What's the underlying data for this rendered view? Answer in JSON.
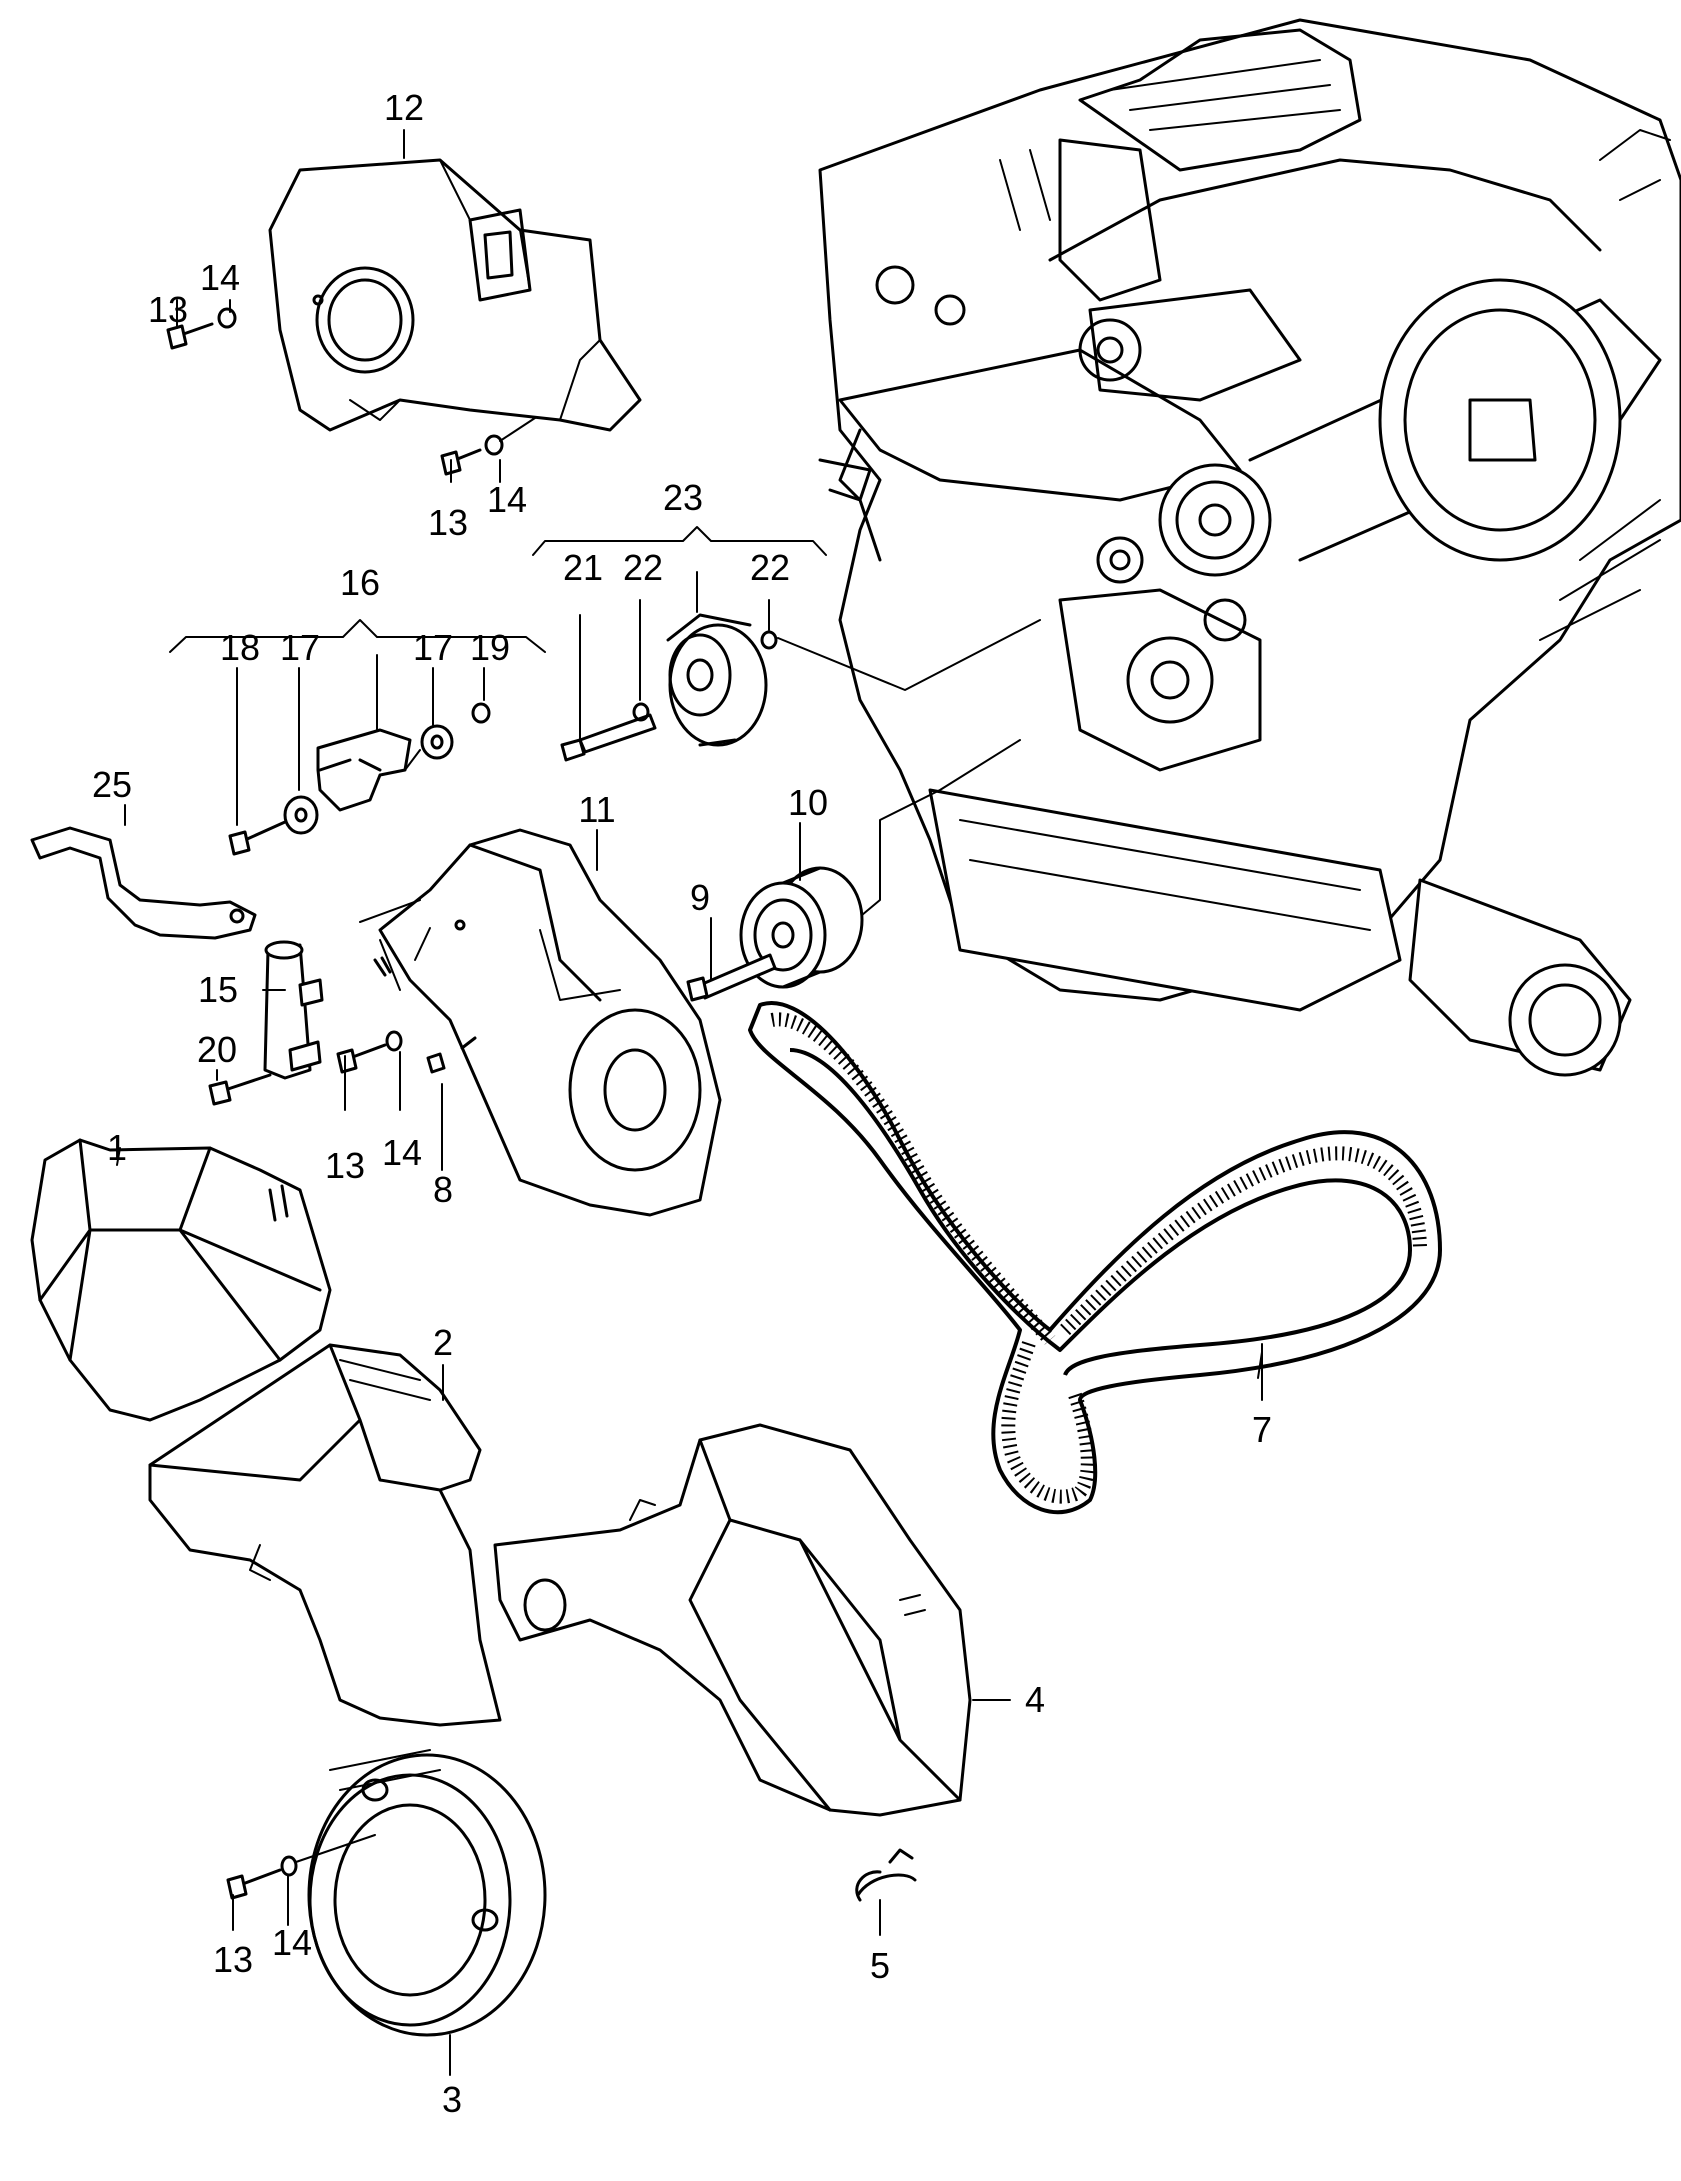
{
  "callouts": [
    {
      "id": "c1",
      "text": "1"
    },
    {
      "id": "c2",
      "text": "2"
    },
    {
      "id": "c3",
      "text": "3"
    },
    {
      "id": "c4",
      "text": "4"
    },
    {
      "id": "c5",
      "text": "5"
    },
    {
      "id": "c7",
      "text": "7"
    },
    {
      "id": "c8",
      "text": "8"
    },
    {
      "id": "c9",
      "text": "9"
    },
    {
      "id": "c10",
      "text": "10"
    },
    {
      "id": "c11",
      "text": "11"
    },
    {
      "id": "c12",
      "text": "12"
    },
    {
      "id": "c13a",
      "text": "13"
    },
    {
      "id": "c13b",
      "text": "13"
    },
    {
      "id": "c13c",
      "text": "13"
    },
    {
      "id": "c13d",
      "text": "13"
    },
    {
      "id": "c14a",
      "text": "14"
    },
    {
      "id": "c14b",
      "text": "14"
    },
    {
      "id": "c14c",
      "text": "14"
    },
    {
      "id": "c14d",
      "text": "14"
    },
    {
      "id": "c15",
      "text": "15"
    },
    {
      "id": "c16",
      "text": "16"
    },
    {
      "id": "c17a",
      "text": "17"
    },
    {
      "id": "c17b",
      "text": "17"
    },
    {
      "id": "c18",
      "text": "18"
    },
    {
      "id": "c19",
      "text": "19"
    },
    {
      "id": "c20",
      "text": "20"
    },
    {
      "id": "c21",
      "text": "21"
    },
    {
      "id": "c22a",
      "text": "22"
    },
    {
      "id": "c22b",
      "text": "22"
    },
    {
      "id": "c23",
      "text": "23"
    },
    {
      "id": "c25",
      "text": "25"
    }
  ]
}
